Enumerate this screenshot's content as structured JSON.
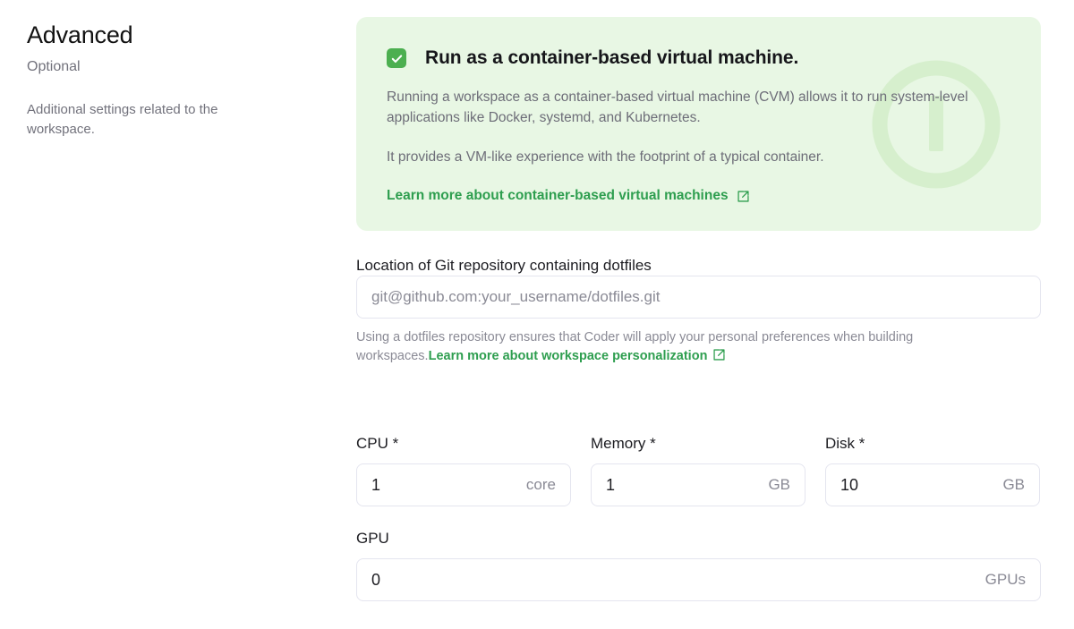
{
  "sidebar": {
    "title": "Advanced",
    "subtitle": "Optional",
    "description": "Additional settings related to the workspace."
  },
  "callout": {
    "checkbox_checked": true,
    "checkbox_icon": "check-icon",
    "watermark_icon": "info-icon",
    "title": "Run as a container-based virtual machine.",
    "paragraph_1": "Running a workspace as a container-based virtual machine (CVM) allows it to run system-level applications like Docker, systemd, and Kubernetes.",
    "paragraph_2": "It provides a VM-like experience with the footprint of a typical container.",
    "link_label": "Learn more about container-based virtual machines",
    "link_icon": "external-link-icon",
    "background_color": "#e8f7e4",
    "accent_color": "#4caf50",
    "link_color": "#2e9e4f"
  },
  "dotfiles": {
    "label": "Location of Git repository containing dotfiles",
    "value": "",
    "placeholder": "git@github.com:your_username/dotfiles.git",
    "helper_text": "Using a dotfiles repository ensures that Coder will apply your personal preferences when building workspaces.",
    "helper_link_label": "Learn more about workspace personalization",
    "helper_link_icon": "external-link-icon"
  },
  "resources": [
    {
      "name": "cpu",
      "label": "CPU *",
      "value": "1",
      "unit": "core"
    },
    {
      "name": "memory",
      "label": "Memory *",
      "value": "1",
      "unit": "GB"
    },
    {
      "name": "disk",
      "label": "Disk *",
      "value": "10",
      "unit": "GB"
    }
  ],
  "gpu": {
    "label": "GPU",
    "value": "0",
    "unit": "GPUs"
  }
}
